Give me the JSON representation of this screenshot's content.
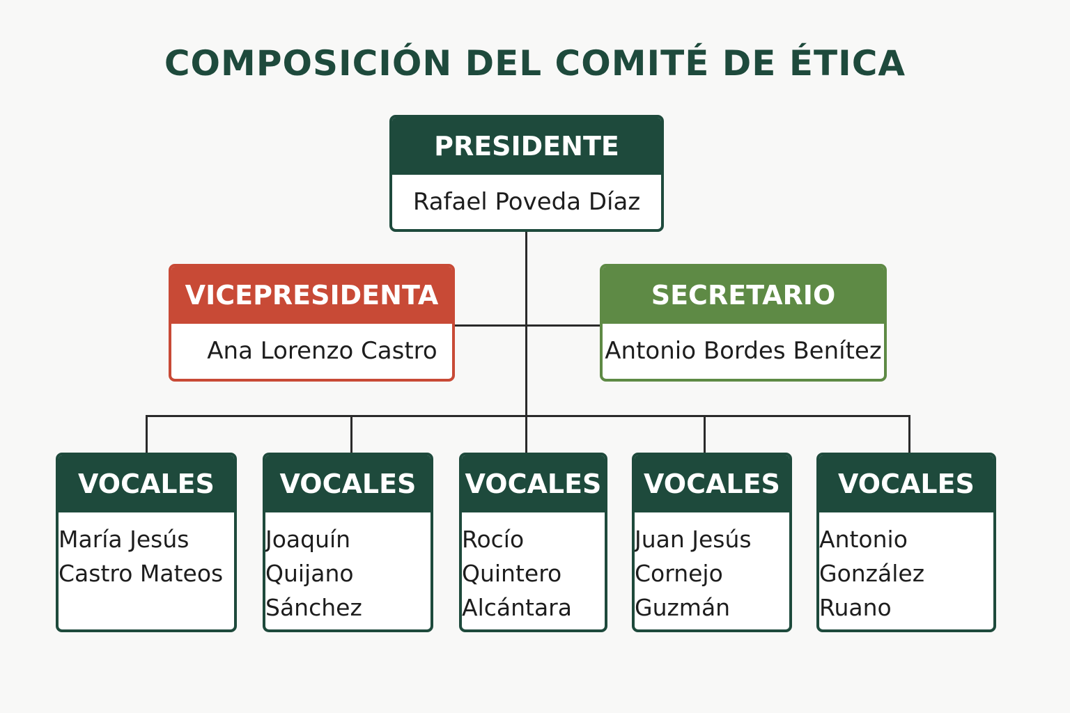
{
  "title": "COMPOSICIÓN DEL COMITÉ DE ÉTICA",
  "colors": {
    "dark_green": "#1e4a3c",
    "red": "#c84a36",
    "green": "#5e8a45"
  },
  "president": {
    "role": "PRESIDENTE",
    "name": "Rafael Poveda Díaz"
  },
  "vice": {
    "role": "VICEPRESIDENTA",
    "name": "Ana Lorenzo Castro"
  },
  "secretary": {
    "role": "SECRETARIO",
    "name": "Antonio Bordes Benítez"
  },
  "vocales": [
    {
      "role": "VOCALES",
      "name1": "María Jesús",
      "name2": "Castro Mateos",
      "name3": ""
    },
    {
      "role": "VOCALES",
      "name1": "Joaquín",
      "name2": "Quijano",
      "name3": "Sánchez"
    },
    {
      "role": "VOCALES",
      "name1": "Rocío",
      "name2": "Quintero",
      "name3": "Alcántara"
    },
    {
      "role": "VOCALES",
      "name1": "Juan Jesús",
      "name2": "Cornejo",
      "name3": "Guzmán"
    },
    {
      "role": "VOCALES",
      "name1": "Antonio",
      "name2": "González",
      "name3": "Ruano"
    }
  ]
}
